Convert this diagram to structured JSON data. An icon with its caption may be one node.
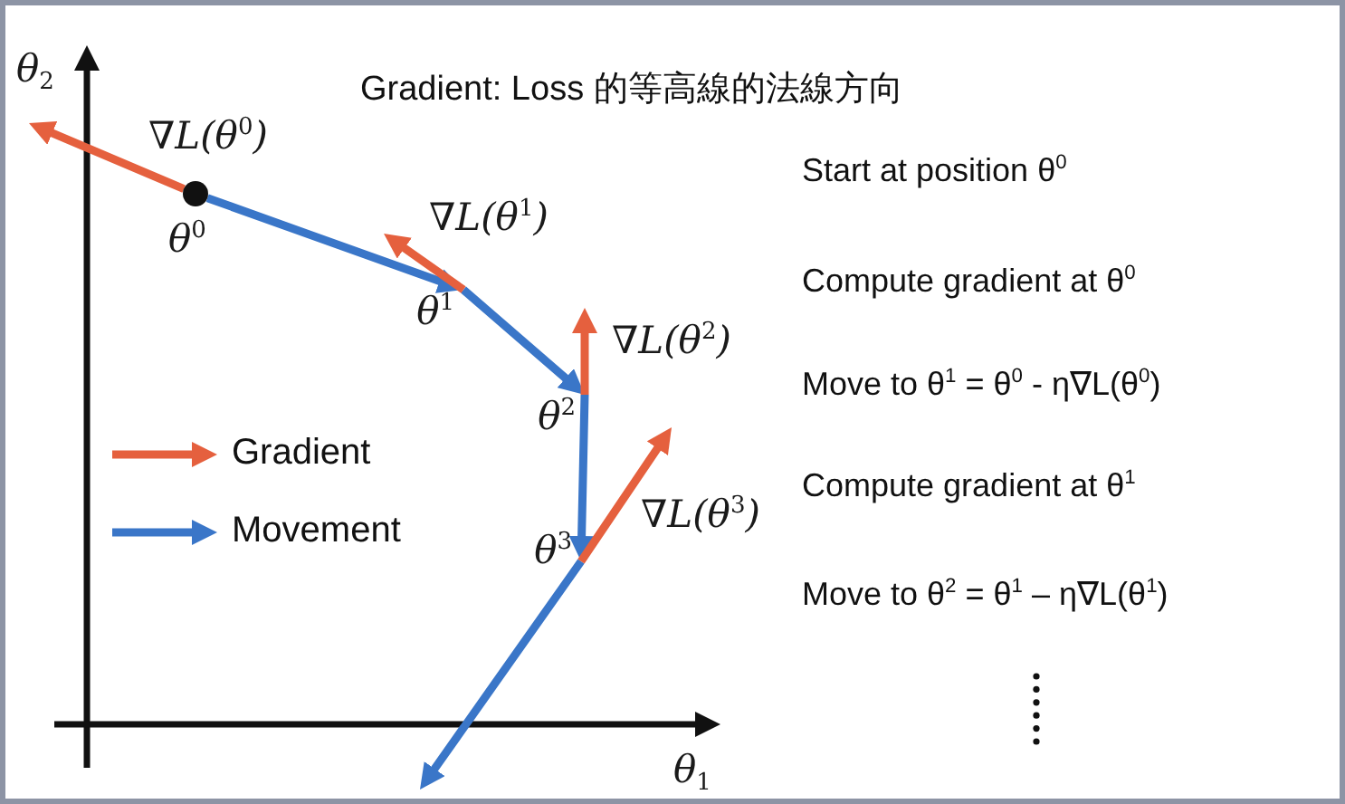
{
  "diagram": {
    "title": "Gradient: Loss 的等高線的法線方向",
    "nodes": [
      {
        "text": [],
        "shape": "circle",
        "beside": [
          "θ$^{0}$"
        ]
      },
      {
        "text": [
          "θ$^{1}$"
        ]
      },
      {
        "text": [
          "θ$^{2}$"
        ]
      },
      {
        "text": [
          "θ$^{3}$"
        ]
      }
    ],
    "edges": [
      {
        "from": 0,
        "to": 1,
        "arrow": "to",
        "color": "#3a76c8"
      },
      {
        "from": 1,
        "to": 2,
        "arrow": "to",
        "color": "#3a76c8"
      },
      {
        "from": 2,
        "to": 3,
        "arrow": "to",
        "color": "#3a76c8"
      },
      {
        "from": 3,
        "to": null,
        "arrow": "to",
        "color": "#3a76c8"
      },
      {
        "from": 0,
        "to": null,
        "arrow": "to",
        "label": "∇L(θ$^{0}$)",
        "color": "#e5603e"
      },
      {
        "from": 1,
        "to": null,
        "arrow": "to",
        "label": "∇L(θ$^{1}$)",
        "color": "#e5603e"
      },
      {
        "from": 2,
        "to": null,
        "arrow": "to",
        "label": "∇L(θ$^{2}$)",
        "color": "#e5603e"
      },
      {
        "from": 3,
        "to": null,
        "arrow": "to",
        "label": "∇L(θ$^{3}$)",
        "color": "#e5603e"
      }
    ],
    "labels": [
      "θ$_{2}$",
      "Start at position θ$^{0}$",
      "Compute gradient at θ$^{0}$",
      "Move to θ$^{1}$ = θ$^{0}$ - η∇L(θ$^{0}$)",
      "Compute gradient at θ$^{1}$",
      "Move to θ$^{2}$ = θ$^{1}$ – η∇L(θ$^{1}$)",
      "θ$_{1}$"
    ],
    "legend": [
      {
        "text": "Gradient"
      },
      {
        "text": "Movement"
      }
    ]
  }
}
